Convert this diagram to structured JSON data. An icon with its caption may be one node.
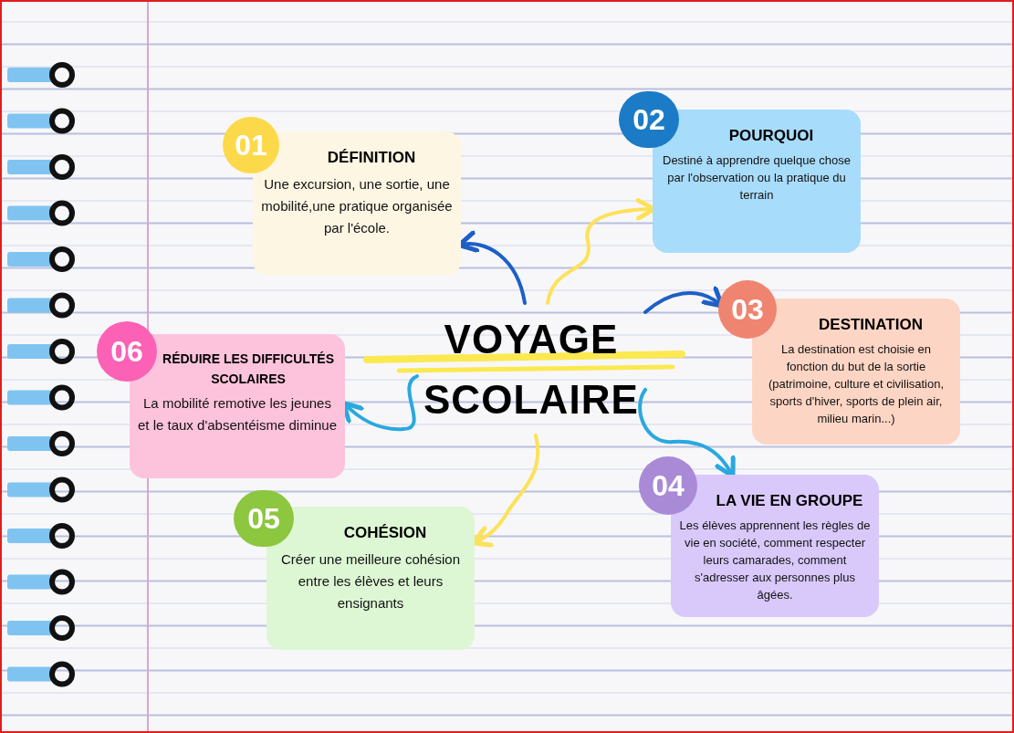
{
  "diagram": {
    "nodes": [
      {
        "text": [
          "VOYAGE SCOLAIRE"
        ]
      },
      {
        "text": [
          "01"
        ]
      },
      {
        "text": [
          "DÉFINITION",
          "Une excursion, une sortie, une mobilité,une pratique organisée par l'école."
        ]
      },
      {
        "text": [
          "02"
        ]
      },
      {
        "text": [
          "POURQUOI",
          "Destiné à apprendre quelque chose par l'observation ou la pratique du terrain"
        ]
      },
      {
        "text": [
          "03"
        ]
      },
      {
        "text": [
          "DESTINATION",
          "La destination est choisie en fonction du but de la sortie (patrimoine, culture et civilisation,  sports d'hiver, sports de plein air, milieu marin...)"
        ]
      },
      {
        "text": [
          "04"
        ]
      },
      {
        "text": [
          "LA VIE EN GROUPE",
          "Les élèves apprennent  les règles de vie en société, comment respecter leurs camarades, comment s'adresser aux personnes plus âgées."
        ]
      },
      {
        "text": [
          "05"
        ]
      },
      {
        "text": [
          "COHÉSION",
          "Créer une meilleure cohésion entre les élèves et leurs ensignants"
        ]
      },
      {
        "text": [
          "06"
        ]
      },
      {
        "text": [
          "RÉDUIRE LES DIFFICULTÉS SCOLAIRES",
          "La mobilité remotive les jeunes et le taux d'absentéisme diminue"
        ]
      }
    ],
    "edges": [
      {
        "from": 0,
        "to": 2,
        "arrow": "to",
        "color": "#1d5fc6"
      },
      {
        "from": 0,
        "to": 4,
        "arrow": "to",
        "color": "#fde15a"
      },
      {
        "from": 0,
        "to": 5,
        "arrow": "to",
        "color": "#1d5fc6"
      },
      {
        "from": 0,
        "to": 8,
        "arrow": "to",
        "color": "#2aa8df"
      },
      {
        "from": 0,
        "to": 10,
        "arrow": "to",
        "color": "#fde15a"
      },
      {
        "from": 0,
        "to": 12,
        "arrow": "to",
        "color": "#2aa8df"
      }
    ]
  }
}
